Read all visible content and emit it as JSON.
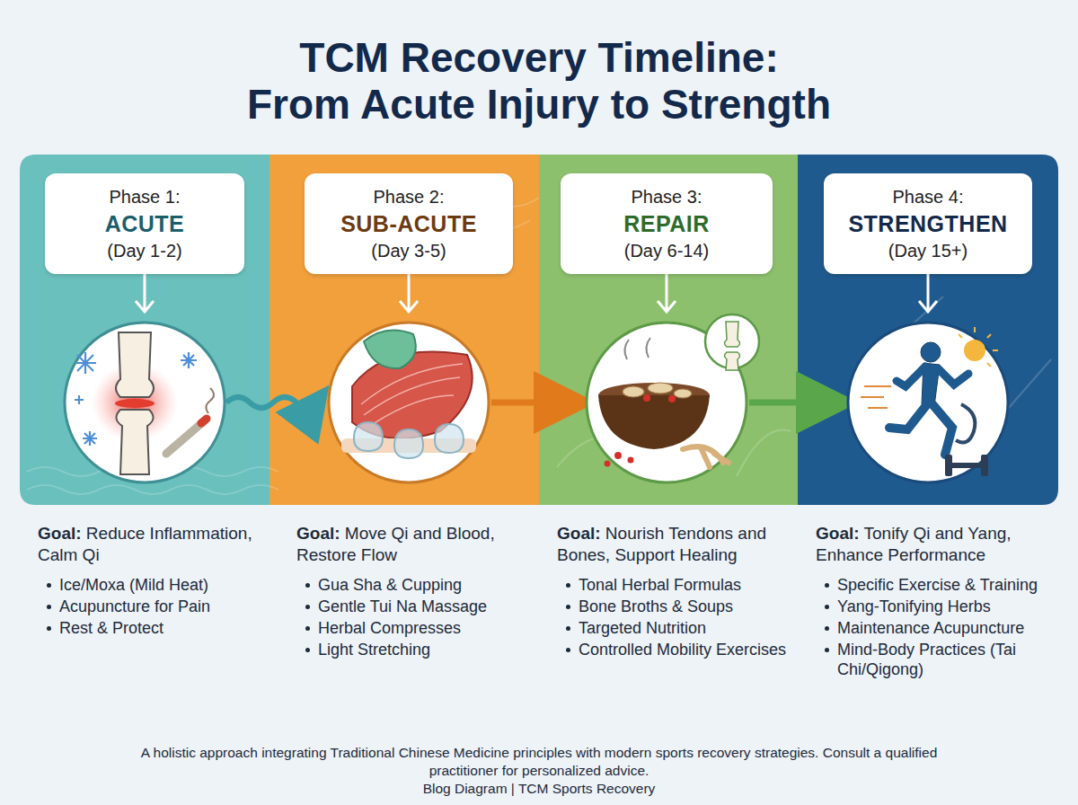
{
  "diagram": {
    "title": "TCM Recovery Timeline: From Acute Injury to Strength",
    "caption": "A holistic approach integrating Traditional Chinese Medicine principles with modern sports recovery strategies. Consult a qualified practitioner for personalized advice.",
    "nodes": [
      {
        "text": [
          "Phase 1:",
          "ACUTE",
          "(Day 1-2)"
        ]
      },
      {
        "text": [
          "Phase 2:",
          "SUB-ACUTE",
          "(Day 3-5)"
        ]
      },
      {
        "text": [
          "Phase 3:",
          "REPAIR",
          "(Day 6-14)"
        ]
      },
      {
        "text": [
          "Phase 4:",
          "STRENGTHEN",
          "(Day 15+)"
        ]
      }
    ],
    "labels": [
      "Goal:",
      "Reduce Inflammation, Calm Qi",
      "Ice/Moxa (Mild Heat)",
      "Acupuncture for Pain",
      "Rest & Protect",
      "Goal:",
      "Move Qi and Blood, Restore Flow",
      "Gua Sha & Cupping",
      "Gentle Tui Na Massage",
      "Herbal Compresses",
      "Light Stretching",
      "Goal:",
      "Nourish Tendons and Bones, Support Healing",
      "Tonal Herbal Formulas",
      "Bone Broths & Soups",
      "Targeted Nutrition",
      "Controlled Mobility Exercises",
      "Goal:",
      "Tonify Qi and Yang, Enhance Performance",
      "Specific Exercise & Training",
      "Yang-Tonifying Herbs",
      "Maintenance Acupuncture",
      "Mind-Body Practices (Tai Chi/Qigong)",
      "Blog Diagram | TCM Sports Recovery"
    ]
  }
}
